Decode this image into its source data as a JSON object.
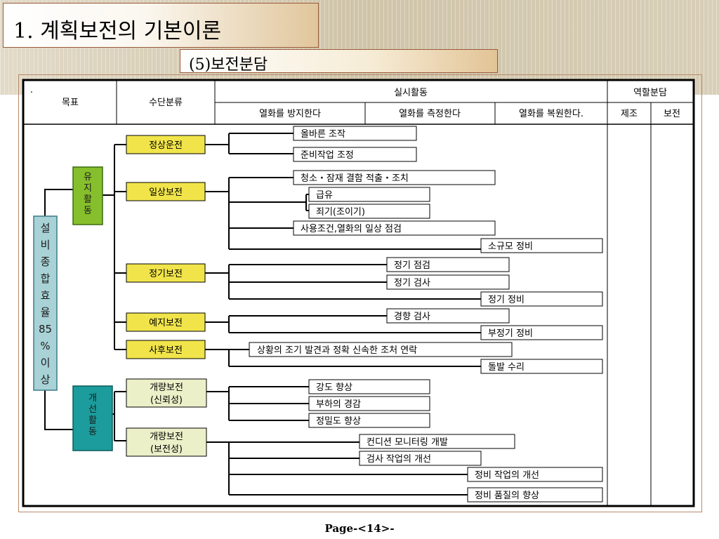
{
  "slide": {
    "title": "1. 계획보전의 기본이론",
    "subtitle": "(5)보전분담",
    "page_label": "Page-<14>-"
  },
  "colors": {
    "frame_border": "#b68a6c",
    "yellow_box": "#f0e44a",
    "light_yellow_box": "#ecf0c8",
    "green_box": "#86bf2c",
    "teal_box": "#1c9c9c",
    "side_box": "#a8d2d6"
  },
  "table": {
    "header": {
      "bullet": "·",
      "goal": "목표",
      "means": "수단분류",
      "activity": "실시활동",
      "prevent": "열화를 방지한다",
      "measure": "열화를 측정한다",
      "restore": "열화를 복원한다.",
      "roles": "역할분담",
      "manufacture": "제조",
      "maintenance": "보전"
    }
  },
  "diagram": {
    "goal": "설비종합효율85%이상",
    "groups": {
      "maintain": "유지활동",
      "improve": "개선활동"
    },
    "means": {
      "normal_operation": "정상운전",
      "daily": "일상보전",
      "periodic": "정기보전",
      "predictive": "예지보전",
      "breakdown": "사후보전",
      "improve_reliability_1": "개량보전",
      "improve_reliability_2": "(신뢰성)",
      "improve_maintainability_1": "개량보전",
      "improve_maintainability_2": "(보전성)"
    },
    "activities": {
      "correct_operation": "올바른 조작",
      "setup_adjust": "준비작업 조정",
      "cleaning": "청소・잠재 결함 적출・조치",
      "lubrication": "급유",
      "tightening": "죄기(조이기)",
      "daily_inspection": "사용조건,열화의 일상 점검",
      "minor_repair": "소규모 정비",
      "periodic_inspection": "정기 점검",
      "periodic_test": "정기 검사",
      "periodic_repair": "정기 정비",
      "trend_inspection": "경향 검사",
      "irregular_repair": "부정기 정비",
      "early_detection": "상황의 조기 발견과 정확 신속한 조처 연락",
      "sudden_repair": "돌발 수리",
      "strength": "강도 향상",
      "load_reduction": "부하의 경감",
      "precision": "정밀도 향상",
      "condition_monitoring": "컨디션 모니터링 개발",
      "inspection_work": "검사 작업의 개선",
      "repair_work": "정비 작업의 개선",
      "repair_quality": "정비 품질의 향상"
    }
  }
}
